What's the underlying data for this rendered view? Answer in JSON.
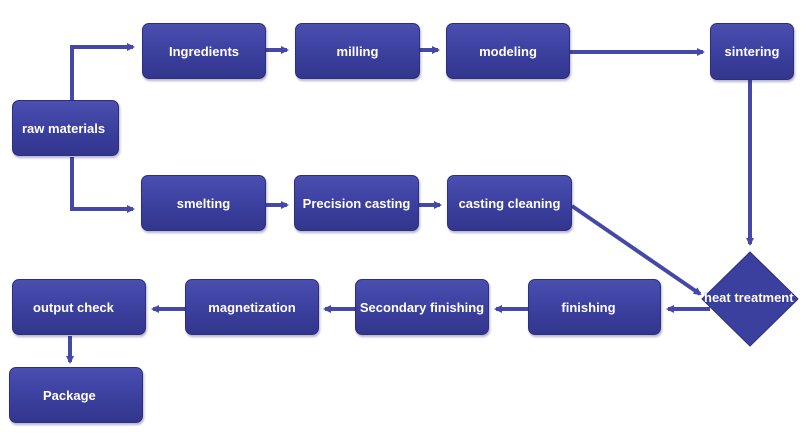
{
  "diagram": {
    "nodes": {
      "raw_materials": "raw materials",
      "ingredients": "Ingredients",
      "milling": "milling",
      "modeling": "modeling",
      "sintering": "sintering",
      "smelting": "smelting",
      "precision_casting": "Precision casting",
      "casting_cleaning": "casting cleaning",
      "heat_treatment": "heat treatment",
      "finishing": "finishing",
      "secondary_finishing": "Secondary finishing",
      "magnetization": "magnetization",
      "output_check": "output check",
      "package": "Package"
    },
    "colors": {
      "node_fill": "#3b3f9e",
      "arrow": "#4448a8",
      "text": "#ffffff"
    }
  }
}
